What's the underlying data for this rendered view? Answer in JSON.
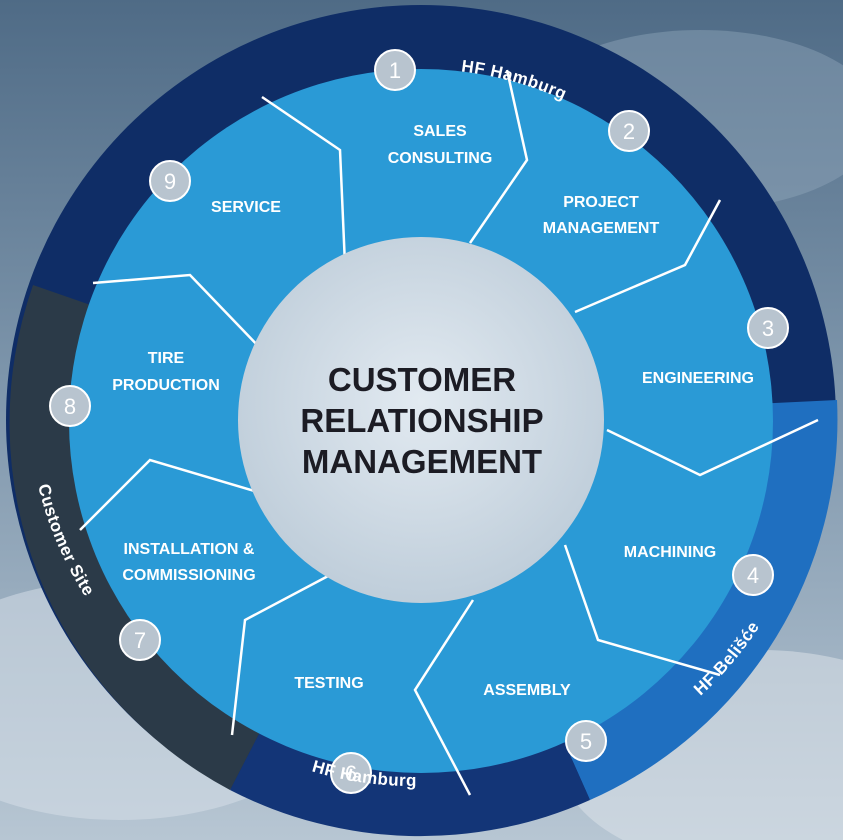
{
  "center": {
    "lines": [
      "CUSTOMER",
      "RELATIONSHIP",
      "MANAGEMENT"
    ]
  },
  "segments": [
    {
      "number": "1",
      "lines": [
        "SALES",
        "CONSULTING"
      ]
    },
    {
      "number": "2",
      "lines": [
        "PROJECT",
        "MANAGEMENT"
      ]
    },
    {
      "number": "3",
      "lines": [
        "ENGINEERING"
      ]
    },
    {
      "number": "4",
      "lines": [
        "MACHINING"
      ]
    },
    {
      "number": "5",
      "lines": [
        "ASSEMBLY"
      ]
    },
    {
      "number": "6",
      "lines": [
        "TESTING"
      ]
    },
    {
      "number": "7",
      "lines": [
        "INSTALLATION &",
        "COMMISSIONING"
      ]
    },
    {
      "number": "8",
      "lines": [
        "TIRE",
        "PRODUCTION"
      ]
    },
    {
      "number": "9",
      "lines": [
        "SERVICE"
      ]
    }
  ],
  "ring_labels": {
    "top": "HF Hamburg",
    "right": "HF Belišće",
    "bottom": "HF Hamburg",
    "left": "Customer Site"
  },
  "colors": {
    "segment_fill": "#2a9ad6",
    "segment_fill_alt": "#3aa6e0",
    "segment_border": "#ffffff",
    "ring_navy": "#0f2d66",
    "ring_blue": "#1f6fc0",
    "ring_dark": "#2b3a48",
    "center_fill": "#cfdbe6",
    "number_fill": "#b8c4cf"
  }
}
